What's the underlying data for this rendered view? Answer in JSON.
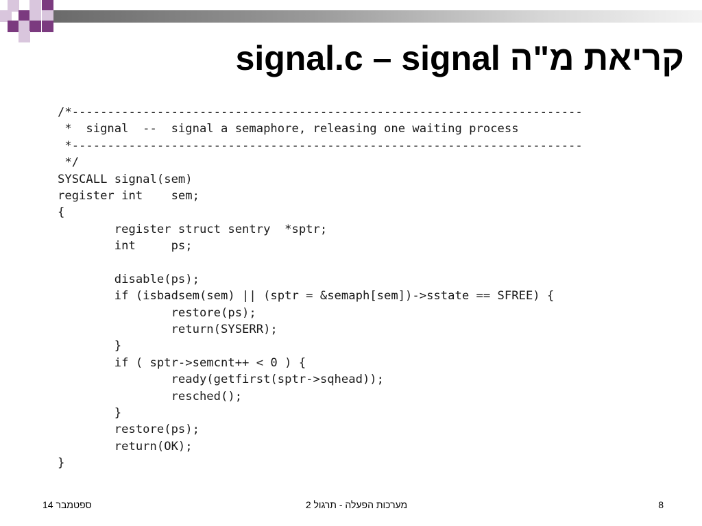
{
  "slide": {
    "title": "קריאת מ\"ה signal.c – signal",
    "code_lines": [
      "/*------------------------------------------------------------------------",
      " *  signal  --  signal a semaphore, releasing one waiting process",
      " *------------------------------------------------------------------------",
      " */",
      "SYSCALL signal(sem)",
      "register int    sem;",
      "{",
      "        register struct sentry  *sptr;",
      "        int     ps;",
      "",
      "        disable(ps);",
      "        if (isbadsem(sem) || (sptr = &semaph[sem])->sstate == SFREE) {",
      "                restore(ps);",
      "                return(SYSERR);",
      "        }",
      "        if ( sptr->semcnt++ < 0 ) {",
      "                ready(getfirst(sptr->sqhead));",
      "                resched();",
      "        }",
      "        restore(ps);",
      "        return(OK);",
      "}"
    ]
  },
  "footer": {
    "date": "ספטמבר 14",
    "course": "מערכות הפעלה - תרגול 2",
    "page_number": "8"
  },
  "colors": {
    "accent_dark": "#7b3a7f",
    "accent_light": "#d9c6dd"
  }
}
